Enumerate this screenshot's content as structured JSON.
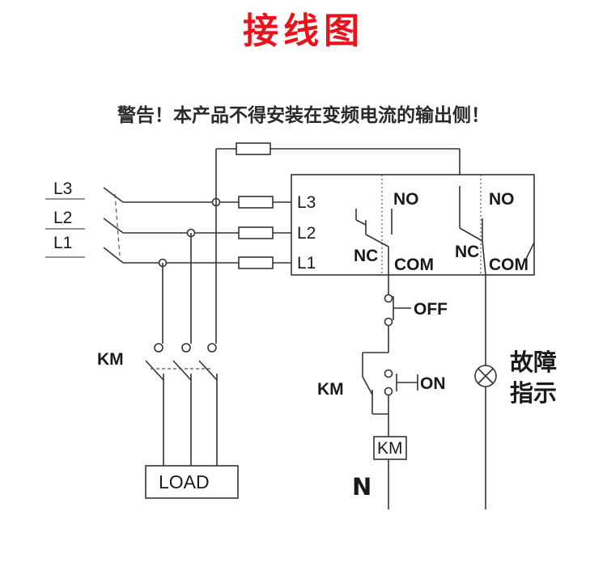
{
  "title": "接线图",
  "warning": "警告！本产品不得安装在变频电流的输出侧！",
  "phases": [
    "L3",
    "L2",
    "L1"
  ],
  "relay_inputs": [
    "L3",
    "L2",
    "L1"
  ],
  "contacts": {
    "no_left": "NO",
    "no_right": "NO",
    "nc_left": "NC",
    "nc_right": "NC",
    "com_left": "COM",
    "com_right": "COM"
  },
  "off_label": "OFF",
  "on_label": "ON",
  "km_main": "KM",
  "km_aux": "KM",
  "km_coil": "KM",
  "load_label": "LOAD",
  "neutral_label": "N",
  "fault_line1": "故障",
  "fault_line2": "指示"
}
